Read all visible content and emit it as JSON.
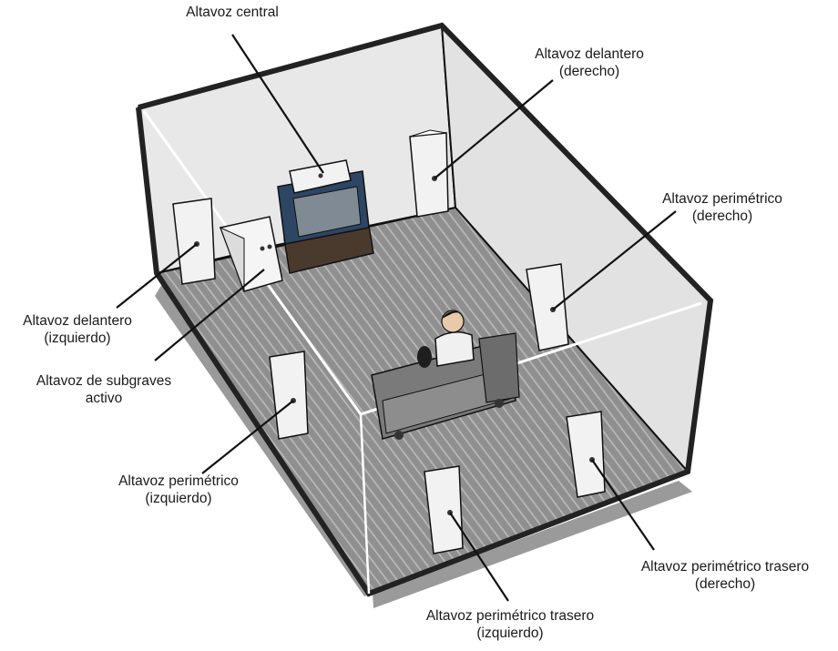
{
  "labels": {
    "center": {
      "line1": "Altavoz central"
    },
    "front_right": {
      "line1": "Altavoz delantero",
      "line2": "(derecho)"
    },
    "surround_right": {
      "line1": "Altavoz perimétrico",
      "line2": "(derecho)"
    },
    "front_left": {
      "line1": "Altavoz delantero",
      "line2": "(izquierdo)"
    },
    "subwoofer": {
      "line1": "Altavoz de subgraves",
      "line2": "activo"
    },
    "surround_left": {
      "line1": "Altavoz perimétrico",
      "line2": "(izquierdo)"
    },
    "rear_right": {
      "line1": "Altavoz perimétrico trasero",
      "line2": "(derecho)"
    },
    "rear_left": {
      "line1": "Altavoz perimétrico trasero",
      "line2": "(izquierdo)"
    }
  },
  "colors": {
    "floor": "#8f8f8f",
    "floor_stripe": "#b5b5b5",
    "wall": "#e6e6e6",
    "speaker": "#f2f2f2",
    "tv": "#2d4663",
    "outline": "#111111"
  }
}
